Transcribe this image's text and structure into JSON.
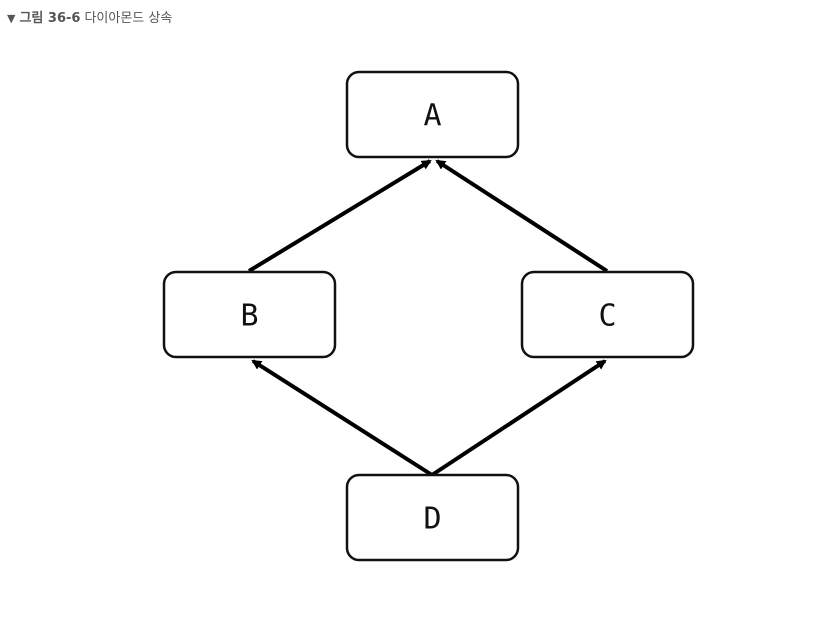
{
  "caption": {
    "toggle_icon": "triangle-down-icon",
    "figure_label": "그림 36-6",
    "title": "다이아몬드 상속"
  },
  "diagram": {
    "nodes": [
      {
        "id": "A",
        "label": "A"
      },
      {
        "id": "B",
        "label": "B"
      },
      {
        "id": "C",
        "label": "C"
      },
      {
        "id": "D",
        "label": "D"
      }
    ],
    "edges": [
      {
        "from": "B",
        "to": "A"
      },
      {
        "from": "C",
        "to": "A"
      },
      {
        "from": "D",
        "to": "B"
      },
      {
        "from": "D",
        "to": "C"
      }
    ]
  }
}
